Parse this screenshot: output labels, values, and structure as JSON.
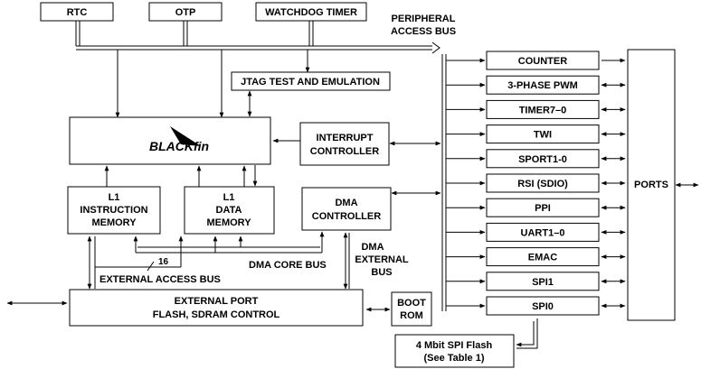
{
  "blocks": {
    "rtc": "RTC",
    "otp": "OTP",
    "watchdog": "WATCHDOG TIMER",
    "jtag": "JTAG TEST AND EMULATION",
    "interrupt_1": "INTERRUPT",
    "interrupt_2": "CONTROLLER",
    "l1_instr_1": "L1",
    "l1_instr_2": "INSTRUCTION",
    "l1_instr_3": "MEMORY",
    "l1_data_1": "L1",
    "l1_data_2": "DATA",
    "l1_data_3": "MEMORY",
    "dma_ctrl_1": "DMA",
    "dma_ctrl_2": "CONTROLLER",
    "ext_port_1": "EXTERNAL PORT",
    "ext_port_2": "FLASH, SDRAM CONTROL",
    "boot_1": "BOOT",
    "boot_2": "ROM",
    "spi_flash_1": "4 Mbit SPI Flash",
    "spi_flash_2": "(See Table 1)",
    "ports": "PORTS",
    "core_logo": "BLACKfin"
  },
  "peripherals": [
    "COUNTER",
    "3-PHASE PWM",
    "TIMER7–0",
    "TWI",
    "SPORT1-0",
    "RSI (SDIO)",
    "PPI",
    "UART1–0",
    "EMAC",
    "SPI1",
    "SPI0"
  ],
  "buses": {
    "peripheral_1": "PERIPHERAL",
    "peripheral_2": "ACCESS BUS",
    "dma_core": "DMA CORE BUS",
    "dma_ext_1": "DMA",
    "dma_ext_2": "EXTERNAL",
    "dma_ext_3": "BUS",
    "ext_access": "EXTERNAL ACCESS BUS",
    "width_16": "16"
  }
}
